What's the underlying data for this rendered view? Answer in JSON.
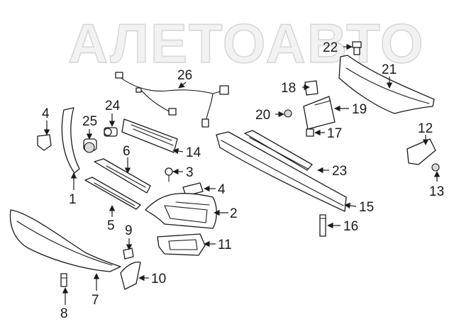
{
  "watermark": {
    "text": "АЛЕТОАВТО"
  },
  "colors": {
    "line": "#1a1a1a",
    "watermark_fill": "#f2f2f2",
    "watermark_stroke": "#d4d4d4",
    "background": "#ffffff"
  },
  "callouts": [
    {
      "id": "c1",
      "text": "1"
    },
    {
      "id": "c2",
      "text": "2"
    },
    {
      "id": "c3",
      "text": "3"
    },
    {
      "id": "c4a",
      "text": "4"
    },
    {
      "id": "c4b",
      "text": "4"
    },
    {
      "id": "c5",
      "text": "5"
    },
    {
      "id": "c6",
      "text": "6"
    },
    {
      "id": "c7",
      "text": "7"
    },
    {
      "id": "c8",
      "text": "8"
    },
    {
      "id": "c9",
      "text": "9"
    },
    {
      "id": "c10",
      "text": "10"
    },
    {
      "id": "c11",
      "text": "11"
    },
    {
      "id": "c12",
      "text": "12"
    },
    {
      "id": "c13",
      "text": "13"
    },
    {
      "id": "c14",
      "text": "14"
    },
    {
      "id": "c15",
      "text": "15"
    },
    {
      "id": "c16",
      "text": "16"
    },
    {
      "id": "c17",
      "text": "17"
    },
    {
      "id": "c18",
      "text": "18"
    },
    {
      "id": "c19",
      "text": "19"
    },
    {
      "id": "c20",
      "text": "20"
    },
    {
      "id": "c21",
      "text": "21"
    },
    {
      "id": "c22",
      "text": "22"
    },
    {
      "id": "c23",
      "text": "23"
    },
    {
      "id": "c24",
      "text": "24"
    },
    {
      "id": "c25",
      "text": "25"
    },
    {
      "id": "c26",
      "text": "26"
    }
  ]
}
